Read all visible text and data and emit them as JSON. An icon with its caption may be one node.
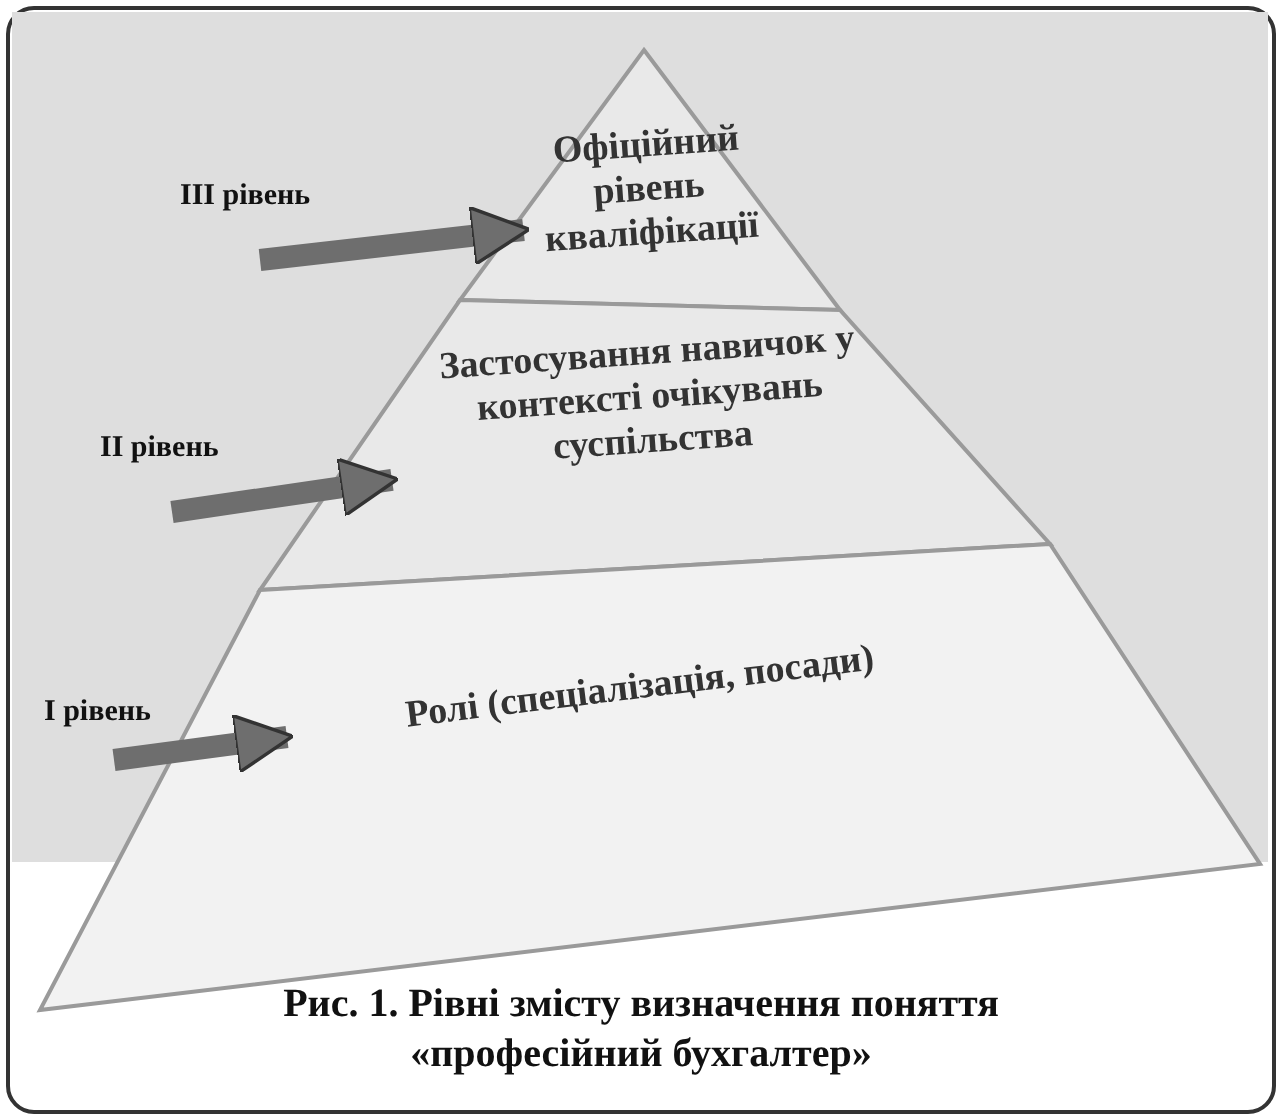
{
  "diagram": {
    "caption": "Рис. 1. Рівні змісту визначення поняття «професійний бухгалтер»",
    "nodes": [
      {
        "text": [
          "Офіційний рівень кваліфікації"
        ]
      },
      {
        "text": [
          "Застосування навичок у контексті очікувань суспільства"
        ]
      },
      {
        "text": [
          "Ролі (спеціалізація, посади)"
        ]
      },
      {
        "text": [
          "III рівень"
        ]
      },
      {
        "text": [
          "II рівень"
        ]
      },
      {
        "text": [
          "I рівень"
        ]
      }
    ],
    "edges": [
      {
        "from": 3,
        "to": 0,
        "arrow": "to"
      },
      {
        "from": 4,
        "to": 1,
        "arrow": "to"
      },
      {
        "from": 5,
        "to": 2,
        "arrow": "to"
      }
    ]
  }
}
